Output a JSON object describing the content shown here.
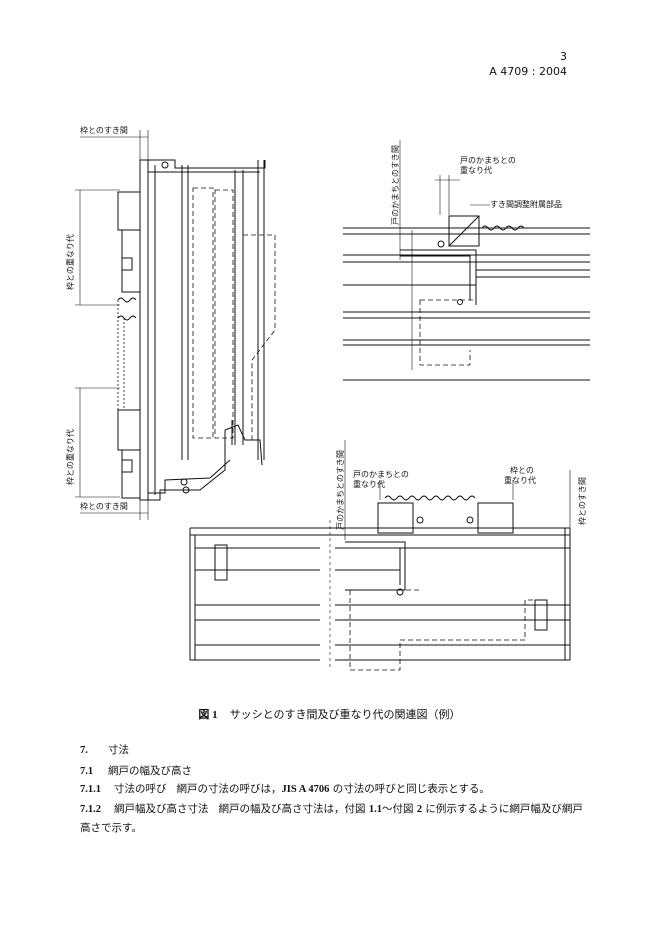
{
  "header": {
    "page_number": "3",
    "standard_id": "A 4709 : 2004"
  },
  "figure": {
    "labels": {
      "frame_gap_top": "枠とのすき間",
      "frame_overlap_upper": "枠との重なり代",
      "frame_overlap_lower": "枠との重なり代",
      "frame_gap_bottom": "枠とのすき間",
      "stile_gap_upper": "戸のかまちとのすき間",
      "stile_overlap_upper_l1": "戸のかまちとの",
      "stile_overlap_upper_l2": "重なり代",
      "gap_adjust_fitting": "すき間調整附属部品",
      "stile_gap_lower": "戸のかまちとのすき間",
      "stile_overlap_lower_l1": "戸のかまちとの",
      "stile_overlap_lower_l2": "重なり代",
      "frame_overlap_right_l1": "枠との",
      "frame_overlap_right_l2": "重なり代",
      "frame_gap_right": "枠とのすき間"
    },
    "caption_number": "図 1",
    "caption_text": "サッシとのすき間及び重なり代の関連図（例）"
  },
  "sections": {
    "s7_num": "7.",
    "s7_title": "寸法",
    "s71_num": "7.1",
    "s71_title": "網戸の幅及び高さ",
    "s711_num": "7.1.1",
    "s711_title": "寸法の呼び",
    "s711_text_a": "網戸の寸法の呼びは，",
    "s711_ref": "JIS A 4706",
    "s711_text_b": " の寸法の呼びと同じ表示とする。",
    "s712_num": "7.1.2",
    "s712_title": "網戸幅及び高さ寸法",
    "s712_text_a": "網戸の幅及び高さ寸法は，付図 ",
    "s712_ref1": "1.1",
    "s712_text_b": "～付図 ",
    "s712_ref2": "2",
    "s712_text_c": " に例示するように網戸幅及び網戸高さで示す。"
  }
}
